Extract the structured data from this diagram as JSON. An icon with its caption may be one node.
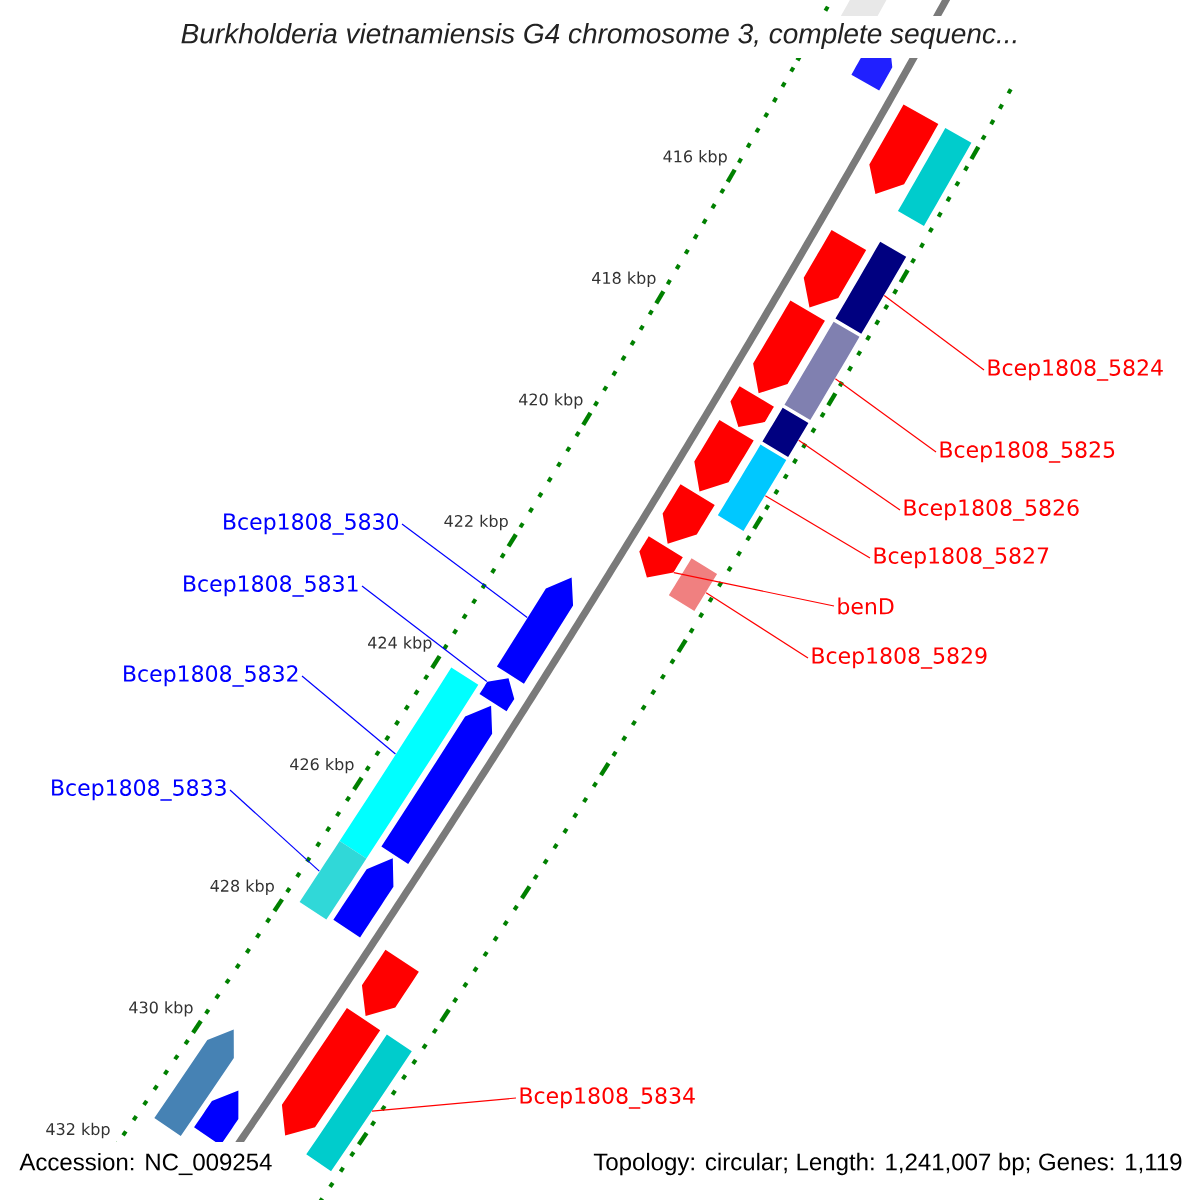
{
  "diagram": {
    "title": "Burkholderia vietnamiensis G4 chromosome 3, complete sequenc...",
    "nodes": [
      {
        "text": [
          "Bcep1808_5824"
        ]
      },
      {
        "text": [
          "Bcep1808_5825"
        ]
      },
      {
        "text": [
          "Bcep1808_5826"
        ]
      },
      {
        "text": [
          "Bcep1808_5827"
        ]
      },
      {
        "text": [
          "benD"
        ]
      },
      {
        "text": [
          "Bcep1808_5829"
        ]
      },
      {
        "text": [
          "Bcep1808_5830"
        ]
      },
      {
        "text": [
          "Bcep1808_5831"
        ]
      },
      {
        "text": [
          "Bcep1808_5832"
        ]
      },
      {
        "text": [
          "Bcep1808_5833"
        ]
      },
      {
        "text": [
          "Bcep1808_5834"
        ]
      },
      {
        "text": [],
        "shape": "bar"
      },
      {
        "text": [],
        "shape": "bar"
      },
      {
        "text": [],
        "shape": "bar"
      },
      {
        "text": [],
        "shape": "bar"
      },
      {
        "text": [],
        "shape": "arrow"
      },
      {
        "text": [],
        "shape": "bar"
      },
      {
        "text": [],
        "shape": "arrow"
      },
      {
        "text": [],
        "shape": "arrow"
      },
      {
        "text": [],
        "shape": "bar"
      },
      {
        "text": [],
        "shape": "bar"
      },
      {
        "text": [],
        "shape": "bar"
      },
      {
        "text": [],
        "shape": "arrow"
      },
      {
        "text": [],
        "shape": "arrow"
      },
      {
        "text": [],
        "shape": "arrow"
      },
      {
        "text": [],
        "shape": "arrow"
      },
      {
        "text": [],
        "shape": "arrow"
      },
      {
        "text": [],
        "shape": "arrow"
      },
      {
        "text": [],
        "shape": "arrow"
      },
      {
        "text": [],
        "shape": "arrow"
      },
      {
        "text": [],
        "shape": "bar"
      },
      {
        "text": [],
        "shape": "arrow"
      },
      {
        "text": [],
        "shape": "arrow"
      },
      {
        "text": [],
        "shape": "arrow"
      },
      {
        "text": [],
        "shape": "arrow"
      },
      {
        "text": [],
        "shape": "bar"
      },
      {
        "text": [],
        "shape": "arrow"
      }
    ],
    "edges": [
      {
        "from": 0,
        "to": 11,
        "arrow": "none"
      },
      {
        "from": 1,
        "to": 12,
        "arrow": "none"
      },
      {
        "from": 2,
        "to": 13,
        "arrow": "none"
      },
      {
        "from": 3,
        "to": 14,
        "arrow": "none"
      },
      {
        "from": 4,
        "to": 15,
        "arrow": "none"
      },
      {
        "from": 5,
        "to": 16,
        "arrow": "none"
      },
      {
        "from": 6,
        "to": 17,
        "arrow": "none",
        "color": "#0000ff"
      },
      {
        "from": 7,
        "to": 18,
        "arrow": "none",
        "color": "#0000ff"
      },
      {
        "from": 8,
        "to": 19,
        "arrow": "none",
        "color": "#0000ff"
      },
      {
        "from": 9,
        "to": 20,
        "arrow": "none",
        "color": "#0000ff"
      },
      {
        "from": 10,
        "to": 21,
        "arrow": "none"
      }
    ],
    "labels": [
      "416 kbp",
      "418 kbp",
      "420 kbp",
      "422 kbp",
      "424 kbp",
      "426 kbp",
      "428 kbp",
      "430 kbp",
      "432 kbp",
      "Accession: NC_009254",
      "Topology: circular; Length: 1,241,007 bp; Genes: 1,119"
    ]
  }
}
